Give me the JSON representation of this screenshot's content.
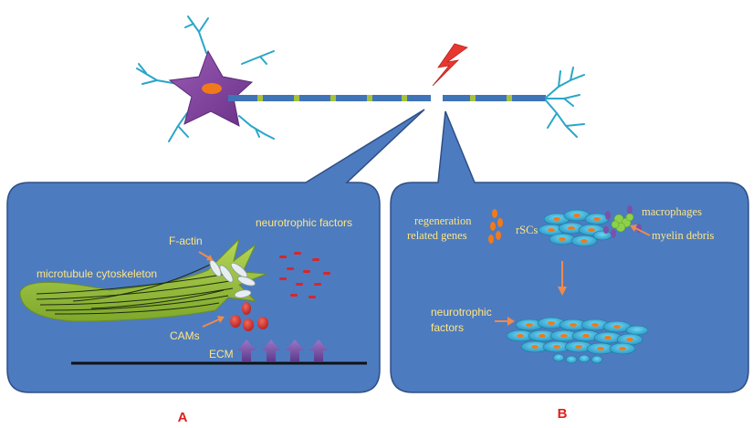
{
  "panels": {
    "a": {
      "letter": "A",
      "labels": {
        "f_actin": "F-actin",
        "microtubule": "microtubule cytoskeleton",
        "neurotrophic": "neurotrophic factors",
        "cams": "CAMs",
        "ecm": "ECM"
      }
    },
    "b": {
      "letter": "B",
      "labels": {
        "regeneration_1": "regeneration",
        "regeneration_2": "related genes",
        "rscs": "rSCs",
        "macrophages": "macrophages",
        "myelin_debris": "myelin debris",
        "neurotrophic_1": "neurotrophic",
        "neurotrophic_2": "factors"
      }
    }
  },
  "colors": {
    "panel_fill": "#4d7bc0",
    "panel_stroke": "#2e4f86",
    "soma": "#7a3f98",
    "nucleus": "#f07a1a",
    "axon": "#3f74b8",
    "node": "#a8c23a",
    "lightning": "#e8372f",
    "dendrite": "#2aa6c8",
    "microtubule_fill": "#9bc23b",
    "arrow": "#f08a4b",
    "cam": "#d8262a",
    "ecm_arrow": "#7a52a8",
    "rsc": "#34b6e0",
    "macrophage_cell": "#8bd24a"
  }
}
